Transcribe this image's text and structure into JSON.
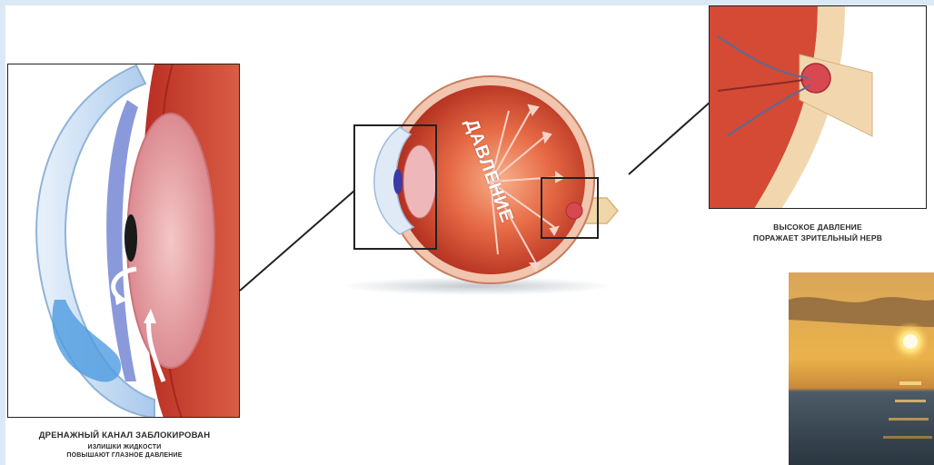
{
  "labels": {
    "pressure": "ДАВЛЕНИЕ",
    "left_title": "ДРЕНАЖНЫЙ КАНАЛ ЗАБЛОКИРОВАН",
    "left_sub1": "ИЗЛИШКИ ЖИДКОСТИ",
    "left_sub2": "ПОВЫШАЮТ ГЛАЗНОЕ ДАВЛЕНИЕ",
    "right_line1": "ВЫСОКОЕ ДАВЛЕНИЕ",
    "right_line2": "ПОРАЖАЕТ ЗРИТЕЛЬНЫЙ НЕРВ"
  },
  "colors": {
    "frame_border": "#dbe9f6",
    "eye_red": "#c9422f",
    "cornea_blue": "#7fb3e8",
    "lens": "#e9a3a7",
    "caption_text": "#2b2b2b"
  }
}
